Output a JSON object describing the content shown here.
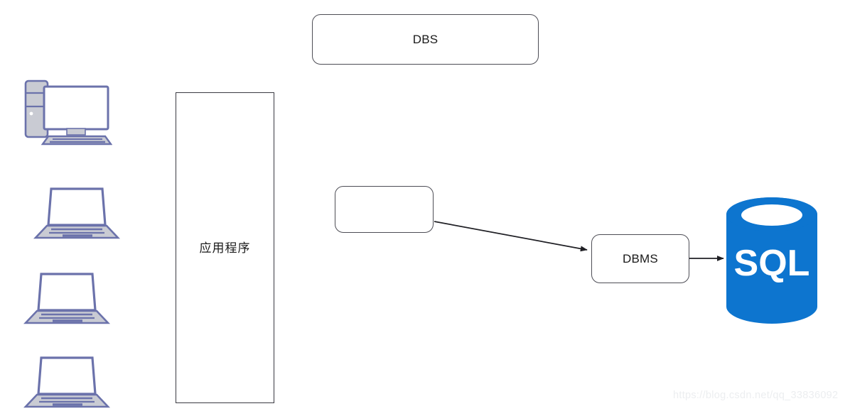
{
  "diagram": {
    "title_node": {
      "label": "DBS"
    },
    "nodes": [
      {
        "id": "dbs",
        "label": "DBS",
        "shape": "rounded-rectangle"
      },
      {
        "id": "app_program",
        "label": "应用程序",
        "shape": "rectangle"
      },
      {
        "id": "empty",
        "label": "",
        "shape": "rounded-rectangle"
      },
      {
        "id": "dbms",
        "label": "DBMS",
        "shape": "rounded-rectangle"
      },
      {
        "id": "sql_db",
        "label": "SQL",
        "shape": "cylinder"
      }
    ],
    "edges": [
      {
        "from": "empty",
        "to": "dbms",
        "style": "arrow"
      },
      {
        "from": "dbms",
        "to": "sql_db",
        "style": "arrow"
      }
    ],
    "client_devices": [
      {
        "id": "desktop",
        "type": "desktop-computer"
      },
      {
        "id": "laptop-1",
        "type": "laptop"
      },
      {
        "id": "laptop-2",
        "type": "laptop"
      },
      {
        "id": "laptop-3",
        "type": "laptop"
      }
    ],
    "labels": {
      "dbs": "DBS",
      "app_program": "应用程序",
      "dbms": "DBMS",
      "sql": "SQL",
      "empty": ""
    },
    "colors": {
      "sql_blue": "#0d75cf",
      "sql_text": "#ffffff",
      "box_border": "#4d4d55",
      "rect_border": "#3a3a42",
      "connector": "#1f1f24",
      "device_outline": "#6b72ab",
      "device_fill": "#c9cbd3",
      "device_screen": "#ffffff",
      "canvas": "#ffffff",
      "watermark": "#eceef0"
    },
    "watermark": "https://blog.csdn.net/qq_33836092"
  }
}
